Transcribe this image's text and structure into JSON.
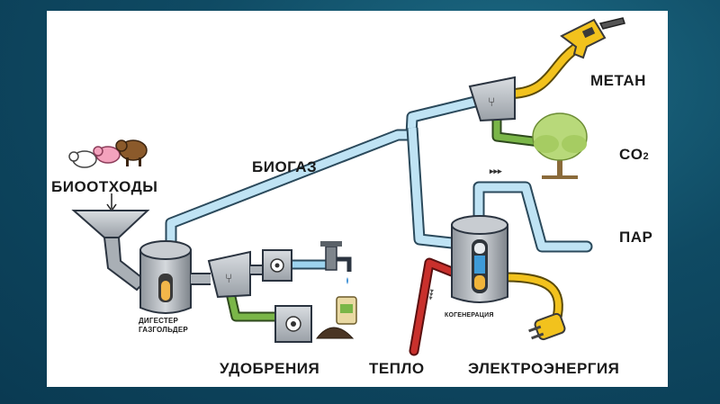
{
  "labels": {
    "biowaste": "БИООТХОДЫ",
    "biogas": "БИОГАЗ",
    "methane": "МЕТАН",
    "co2_main": "CO",
    "co2_sub": "2",
    "steam": "ПАР",
    "digester_line1": "ДИГЕСТЕР",
    "digester_line2": "ГАЗГОЛЬДЕР",
    "cogeneration": "КОГЕНЕРАЦИЯ",
    "fertilizer": "УДОБРЕНИЯ",
    "heat": "ТЕПЛО",
    "electricity": "ЭЛЕКТРОЭНЕРГИЯ"
  },
  "colors": {
    "pipe_blue": "#bfe3f4",
    "pipe_outline": "#2b4a5c",
    "pipe_yellow": "#f2c21d",
    "pipe_green": "#7ab648",
    "pipe_red": "#c9302c",
    "tank_gray": "#b7bcc2",
    "background_dark": "#0a3a52",
    "panel": "#ffffff"
  }
}
